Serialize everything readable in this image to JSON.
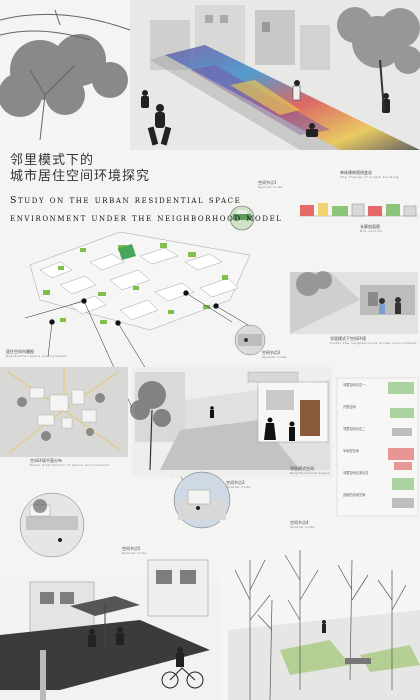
{
  "title": {
    "cn_line1": "邻里模式下的",
    "cn_line2": "城市居住空间环境探究",
    "en_line1": "Study on the urban residential space",
    "en_line2": "environment under the neighborhood model"
  },
  "labels": {
    "node1": {
      "cn": "空间节点1",
      "en": "Spatial node"
    },
    "node2": {
      "cn": "空间节点2",
      "en": "Spatial node"
    },
    "node3": {
      "cn": "空间节点3",
      "en": "Spatial node"
    },
    "node4": {
      "cn": "空间节点4",
      "en": "Spatial node"
    },
    "node5": {
      "cn": "空间节点5",
      "en": "Spatial node"
    },
    "residential": {
      "cn": "居住空间鸟瞰图",
      "en": "Residential space environment"
    },
    "space_plan": {
      "cn": "空间环境平面分布",
      "en": "Plane distribution of space environment"
    },
    "neighborhood": {
      "cn": "邻里模式空间",
      "en": "Neighborhood space"
    },
    "section_change": {
      "cn": "单体建筑视线变化",
      "en": "The change of single building"
    },
    "box_section": {
      "cn": "长廊剖面图",
      "en": "Box section"
    },
    "under_model": {
      "cn": "邻里模式下空间环境",
      "en": "Under the neighborhood model environment"
    }
  },
  "side_notes": [
    "邻里空间示意一",
    "开放空间",
    "邻里空间示意二",
    "半私密空间",
    "邻里空间交流示意",
    "连续的活动空间"
  ],
  "colors": {
    "accent_green": "#7fbf4a",
    "accent_red": "#d95a5a",
    "ink": "#222222",
    "paper": "#f4f4f2"
  }
}
